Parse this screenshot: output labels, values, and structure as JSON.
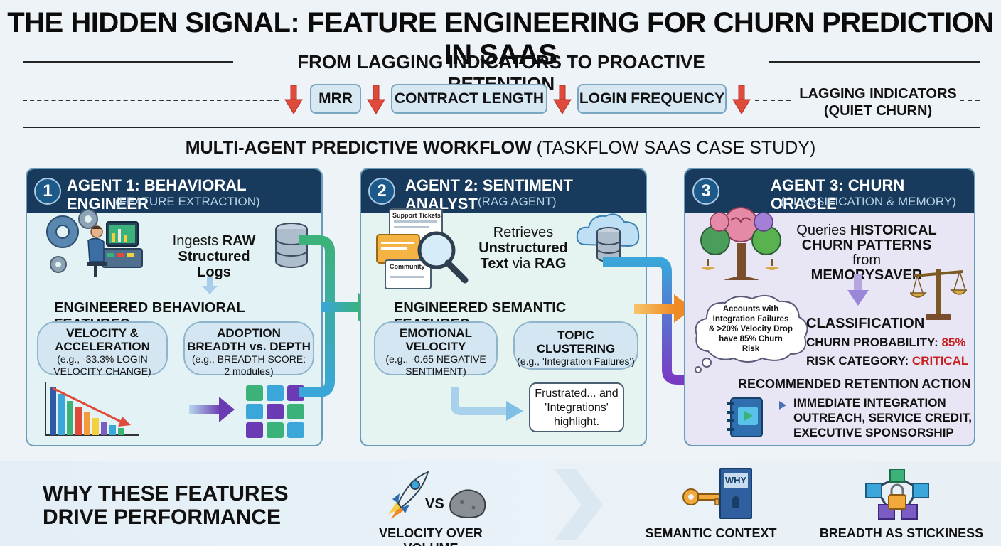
{
  "header": {
    "title": "THE HIDDEN SIGNAL: FEATURE ENGINEERING FOR CHURN PREDICTION IN SAAS",
    "subtitle": "FROM LAGGING INDICATORS TO PROACTIVE RETENTION"
  },
  "lagging_row": {
    "pills": [
      "MRR",
      "CONTRACT LENGTH",
      "LOGIN FREQUENCY"
    ],
    "label_line1": "LAGGING INDICATORS",
    "label_line2": "(QUIET CHURN)"
  },
  "workflow": {
    "title_bold": "MULTI-AGENT PREDICTIVE WORKFLOW",
    "title_rest": " (TASKFLOW SAAS CASE STUDY)"
  },
  "agents": [
    {
      "number": "1",
      "title": "AGENT 1: BEHAVIORAL ENGINEER",
      "subtitle": "(FEATURE EXTRACTION)",
      "description_prefix": "Ingests ",
      "description_bold1": "RAW",
      "description_bold2": "Structured Logs",
      "section": "ENGINEERED BEHAVIORAL FEATURES",
      "features": [
        {
          "title": "VELOCITY &",
          "title2": "ACCELERATION",
          "detail": "(e.g., -33.3% LOGIN",
          "detail2": "VELOCITY CHANGE)"
        },
        {
          "title": "ADOPTION",
          "title2": "BREADTH vs. DEPTH",
          "detail": "(e.g., BREADTH SCORE:",
          "detail2": "2 modules)"
        }
      ]
    },
    {
      "number": "2",
      "title": "AGENT 2: SENTIMENT ANALYST",
      "subtitle": "(RAG AGENT)",
      "description_line1": "Retrieves",
      "description_line2": "Unstructured",
      "description_line3_bold": "Text",
      "description_line3_rest": " via ",
      "description_line3_end": "RAG",
      "doc_labels": [
        "Support Tickets",
        "Community"
      ],
      "section": "ENGINEERED SEMANTIC FEATURES",
      "features": [
        {
          "title": "EMOTIONAL",
          "title2": "VELOCITY",
          "detail": "(e.g., -0.65 NEGATIVE",
          "detail2": "SENTIMENT)"
        },
        {
          "title": "TOPIC",
          "title2": "CLUSTERING",
          "detail": "(e.g., 'Integration Failures')",
          "detail2": ""
        }
      ],
      "quote_line1": "Frustrated... and",
      "quote_line2": "'Integrations'",
      "quote_line3": "highlight."
    },
    {
      "number": "3",
      "title": "AGENT 3: CHURN ORACLE",
      "subtitle": "(CLASSIFICATION & MEMORY)",
      "description_prefix": "Queries ",
      "description_bold1": "HISTORICAL",
      "description_bold2": "CHURN PATTERNS",
      "description_mid": " from",
      "description_bold3": "MEMORYSAVER",
      "cloud_lines": [
        "Accounts with",
        "Integration Failures",
        "& >20% Velocity Drop",
        "have 85% Churn",
        "Risk"
      ],
      "classification_label": "CLASSIFICATION",
      "probability_label": "CHURN PROBABILITY: ",
      "probability_value": "85%",
      "risk_label": "RISK CATEGORY: ",
      "risk_value": "CRITICAL",
      "action_label": "RECOMMENDED RETENTION ACTION",
      "action_lines": [
        "IMMEDIATE INTEGRATION",
        "OUTREACH, SERVICE CREDIT,",
        "EXECUTIVE SPONSORSHIP"
      ]
    }
  ],
  "bottom": {
    "why_line1": "WHY THESE FEATURES",
    "why_line2": "DRIVE PERFORMANCE",
    "vs": "VS",
    "door_text": "WHY",
    "items": [
      "VELOCITY OVER VOLUME",
      "SEMANTIC CONTEXT",
      "BREADTH AS STICKINESS"
    ]
  },
  "colors": {
    "panel1_bg": "#e3f2f4",
    "panel2_bg": "#e5f3f1",
    "panel3_bg": "#e8e6f5",
    "header_bg": "#183a5c",
    "critical": "#c81e1e",
    "arrow_red": "#e04a3a"
  }
}
